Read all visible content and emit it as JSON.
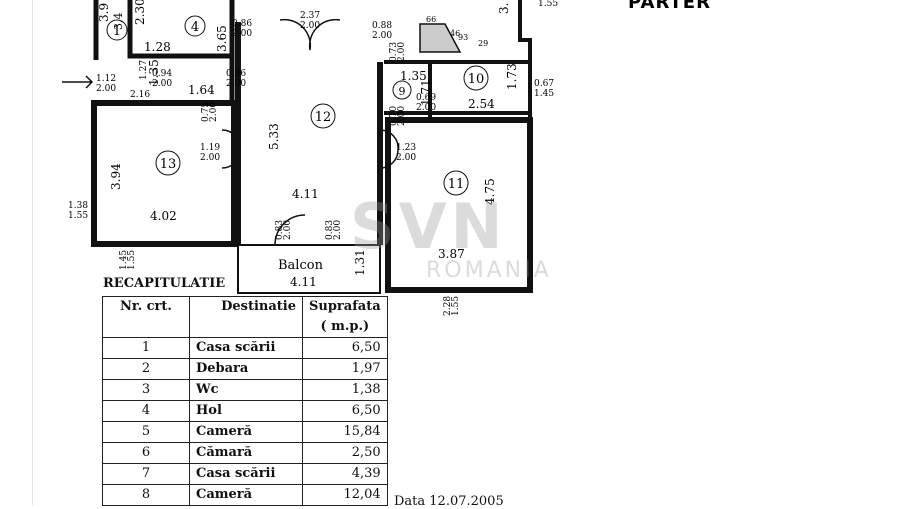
{
  "plan": {
    "title": "PARTER",
    "rooms": [
      {
        "num": "1"
      },
      {
        "num": "4"
      },
      {
        "num": "9"
      },
      {
        "num": "10"
      },
      {
        "num": "11"
      },
      {
        "num": "12"
      },
      {
        "num": "13"
      }
    ],
    "balcony_label": "Balcon",
    "dims": {
      "d_3_9": "3.9",
      "d_3_4": "3.4",
      "d_2_30": "2.30",
      "d_1_28": "1.28",
      "d_1_35a": "1.35",
      "d_1_27": "1.27",
      "d_0_94": "0.94",
      "d_2_00a": "2.00",
      "d_1_12": "1.12",
      "d_2_00b": "2.00",
      "d_2_16": "2.16",
      "d_1_64": "1.64",
      "d_0_86a": "0.86",
      "d_2_00c": "2.00",
      "d_0_86b": "0.86",
      "d_2_00d": "2.00",
      "d_3_65": "3.65",
      "d_2_37": "2.37",
      "d_2_00e": "2.00",
      "d_0_88": "0.88",
      "d_2_00f": "2.00",
      "d_66": "66",
      "d_46": "46",
      "d_93": "93",
      "d_29": "29",
      "d_0_73": "0.73",
      "d_2_00g": "2.00",
      "d_1_35b": "1.35",
      "d_1_71": "1.71",
      "d_0_69": "0.69",
      "d_2_00h": "2.00",
      "d_1_73": "1.73",
      "d_2_54": "2.54",
      "d_0_67": "0.67",
      "d_1_45a": "1.45",
      "d_3": "3.",
      "d_1_55a": "1.55",
      "d_0_75": "0.75",
      "d_2_00i": "2.00",
      "d_5_33": "5.33",
      "d_1_19": "1.19",
      "d_2_00j": "2.00",
      "d_1_23": "1.23",
      "d_2_00k": "2.00",
      "d_3_94": "3.94",
      "d_4_02": "4.02",
      "d_1_38": "1.38",
      "d_1_55b": "1.55",
      "d_4_11a": "4.11",
      "d_0_83a": "0.83",
      "d_2_00l": "2.00",
      "d_0_83b": "0.83",
      "d_2_00m": "2.00",
      "d_4_75": "4.75",
      "d_3_87": "3.87",
      "d_1_45b": "1.45",
      "d_1_55c": "1.55",
      "d_1_31": "1.31",
      "d_4_11b": "4.11",
      "d_2_28": "2.28",
      "d_1_55d": "1.55",
      "d_0_70": "0.70",
      "d_2_00n": "2.00"
    }
  },
  "watermark": {
    "brand": "SVN",
    "sub": "ROMANIA"
  },
  "recap": {
    "heading": "RECAPITULATIE",
    "headers": {
      "nr": "Nr. crt.",
      "dest": "Destinatie",
      "supr": "Suprafata",
      "unit": "( m.p.)"
    },
    "rows": [
      {
        "nr": "1",
        "dest": "Casa scării",
        "supr": "6,50"
      },
      {
        "nr": "2",
        "dest": "Debara",
        "supr": "1,97"
      },
      {
        "nr": "3",
        "dest": "Wc",
        "supr": "1,38"
      },
      {
        "nr": "4",
        "dest": "Hol",
        "supr": "6,50"
      },
      {
        "nr": "5",
        "dest": "Cameră",
        "supr": "15,84"
      },
      {
        "nr": "6",
        "dest": "Cămară",
        "supr": "2,50"
      },
      {
        "nr": "7",
        "dest": "Casa scării",
        "supr": "4,39"
      },
      {
        "nr": "8",
        "dest": "Cameră",
        "supr": "12,04"
      }
    ]
  },
  "date_text": "Data 12.07.2005"
}
